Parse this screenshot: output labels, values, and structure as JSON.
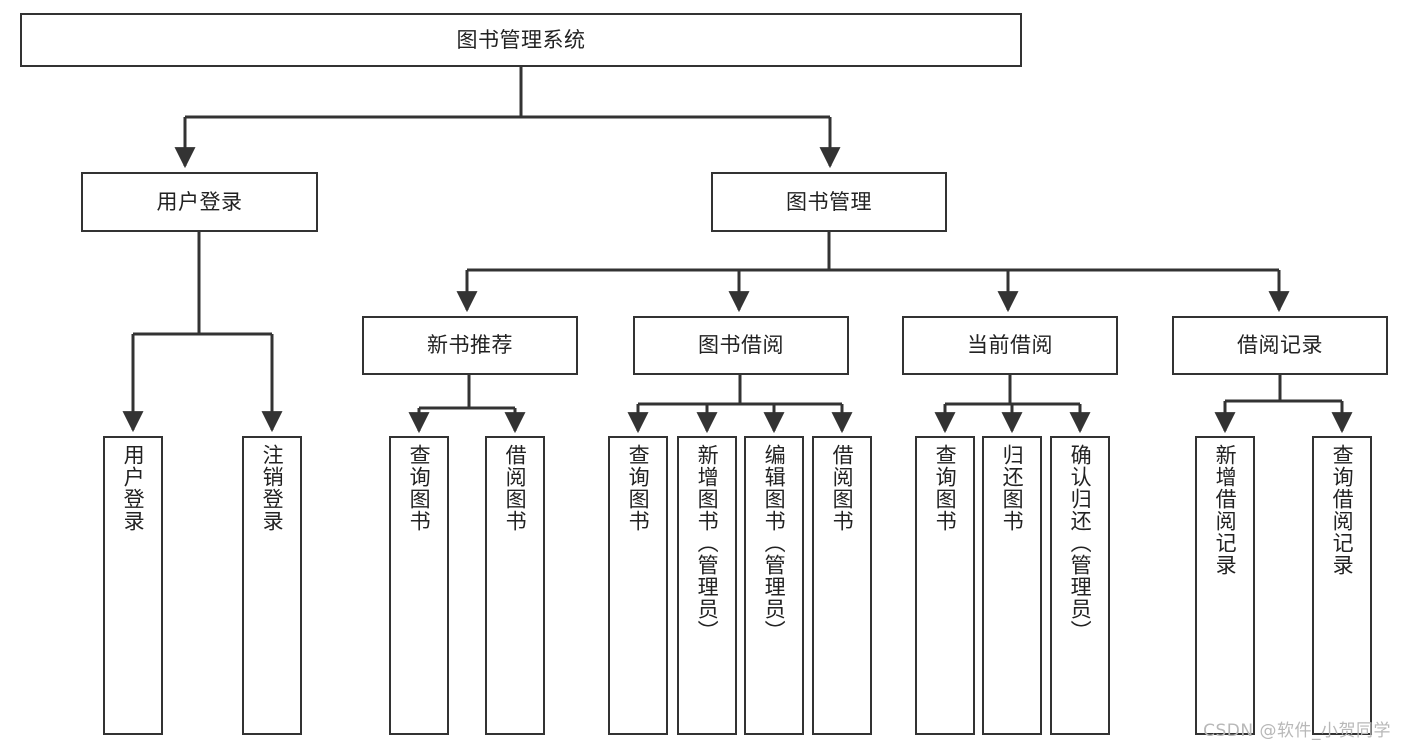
{
  "diagram": {
    "type": "hierarchy-tree",
    "title": "图书管理系统",
    "background_color": "#ffffff",
    "stroke_color": "#333333",
    "text_color": "#222222",
    "watermark": "CSDN @软件_小贺同学",
    "root": {
      "label": "图书管理系统"
    },
    "level1": [
      {
        "label": "用户登录"
      },
      {
        "label": "图书管理"
      }
    ],
    "level2": [
      {
        "label": "新书推荐"
      },
      {
        "label": "图书借阅"
      },
      {
        "label": "当前借阅"
      },
      {
        "label": "借阅记录"
      }
    ],
    "leaves": {
      "user_login": [
        {
          "label": "用户登录"
        },
        {
          "label": "注销登录"
        }
      ],
      "new_book_recommend": [
        {
          "label": "查询图书"
        },
        {
          "label": "借阅图书"
        }
      ],
      "book_borrow": [
        {
          "label": "查询图书"
        },
        {
          "label": "新增图书（管理员）"
        },
        {
          "label": "编辑图书（管理员）"
        },
        {
          "label": "借阅图书"
        }
      ],
      "current_borrow": [
        {
          "label": "查询图书"
        },
        {
          "label": "归还图书"
        },
        {
          "label": "确认归还（管理员）"
        }
      ],
      "borrow_record": [
        {
          "label": "新增借阅记录"
        },
        {
          "label": "查询借阅记录"
        }
      ]
    }
  }
}
